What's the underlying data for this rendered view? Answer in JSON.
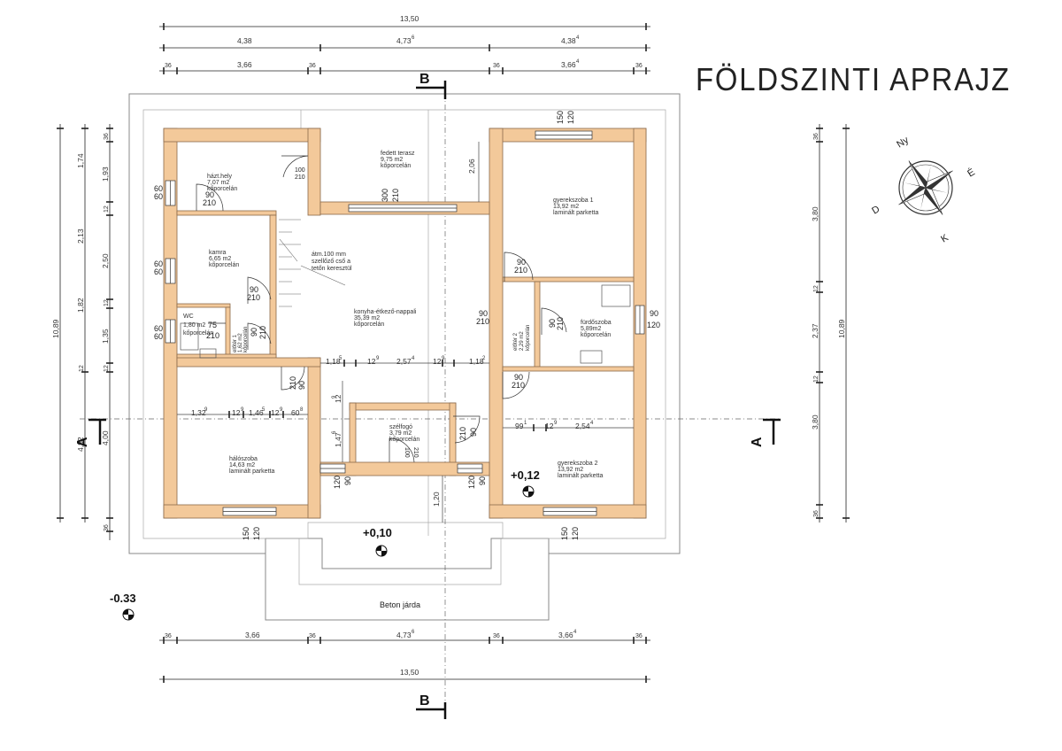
{
  "title": "FÖLDSZINTI APRAJZ",
  "top_dims": {
    "overall": "13,50",
    "seg1": "4,38",
    "seg2": "4,73",
    "seg2_sup": "6",
    "seg3": "4,38",
    "seg3_sup": "4",
    "a1": "36",
    "a2": "3,66",
    "a3": "36",
    "a4": "36",
    "a5": "3,66",
    "a5_sup": "4",
    "a6": "36"
  },
  "bottom_dims": {
    "b1": "36",
    "b2": "3,66",
    "b3": "36",
    "b4": "4,73",
    "b4_sup": "6",
    "b5": "36",
    "b6": "3,66",
    "b6_sup": "4",
    "b7": "36",
    "overall": "13,50"
  },
  "left_dims": [
    "36",
    "1,74",
    "1,93",
    "12",
    "2,13",
    "2,50",
    "12",
    "1,82",
    "12",
    "1,35",
    "12",
    "10,89",
    "4,82",
    "4,00",
    "36"
  ],
  "right_dims": [
    "36",
    "3,80",
    "12",
    "2,37",
    "12",
    "3,80",
    "36",
    "10,89"
  ],
  "section_labels": {
    "a_left": "A",
    "a_right": "A",
    "b_top": "B",
    "b_bottom": "B"
  },
  "levels": {
    "terrace": "+0,12",
    "entrance": "+0,10",
    "ground": "-0.33"
  },
  "sidewalk": "Beton járda",
  "compass": {
    "n": "Ny",
    "e": "É",
    "s": "D",
    "w": "K"
  },
  "rooms": [
    {
      "id": "hazt",
      "name": "házt.hely",
      "area": "7,07 m2",
      "floor": "kőporcelán"
    },
    {
      "id": "terasz",
      "name": "fedett terasz",
      "area": "9,75 m2",
      "floor": "kőporcelán"
    },
    {
      "id": "gyerek1",
      "name": "gyerekszoba 1",
      "area": "13,92 m2",
      "floor": "laminált parketta"
    },
    {
      "id": "kamra",
      "name": "kamra",
      "area": "6,65 m2",
      "floor": "kőporcelán"
    },
    {
      "id": "wc",
      "name": "WC",
      "area": "1,80 m2",
      "floor": "kőporcelán"
    },
    {
      "id": "eloter1",
      "name": "előtér 1",
      "area": "1,62 m2",
      "floor": "kőporcelán"
    },
    {
      "id": "nappali",
      "name": "konyha-étkező-nappali",
      "area": "35,39 m2",
      "floor": "kőporcelán"
    },
    {
      "id": "eloter2",
      "name": "előtér 2",
      "area": "2,29 m2",
      "floor": "kőporcelán"
    },
    {
      "id": "furdo",
      "name": "fürdőszoba",
      "area": "5,89m2",
      "floor": "kőporcelán"
    },
    {
      "id": "szelfogo",
      "name": "szélfogó",
      "area": "3,79 m2",
      "floor": "kőporcelán"
    },
    {
      "id": "haloszoba",
      "name": "hálószoba",
      "area": "14,63 m2",
      "floor": "laminált parketta"
    },
    {
      "id": "gyerek2",
      "name": "gyerekszoba 2",
      "area": "13,92 m2",
      "floor": "laminált parketta"
    }
  ],
  "note": [
    "átm.100 mm",
    "szellőző cső a",
    "tetőn keresztül"
  ],
  "inner_dims": {
    "d1": "1,18",
    "d1s": "5",
    "d2": "12",
    "d2s": "9",
    "d3": "2,57",
    "d3s": "4",
    "d4": "12",
    "d4s": "9",
    "d5": "1,18",
    "d5s": "2",
    "e1": "1,32",
    "e1s": "9",
    "e2": "12",
    "e2s": "9",
    "e3": "1,46",
    "e3s": "5",
    "e4": "12",
    "e4s": "9",
    "e5": "60",
    "e5s": "8",
    "f1": "99",
    "f1s": "1",
    "f2": "12",
    "f2s": "9",
    "f3": "2,54",
    "f3s": "4",
    "g1": "2,06",
    "g2": "1,20",
    "g3": "12",
    "g3s": "9",
    "g4": "1,47",
    "g4s": "6"
  },
  "openings": {
    "w150": "150",
    "w120": "120",
    "w300": "300",
    "w210": "210",
    "w90": "90",
    "w60": "60",
    "w100": "100",
    "w75": "75",
    "w120b": "120",
    "w90b": "90"
  }
}
